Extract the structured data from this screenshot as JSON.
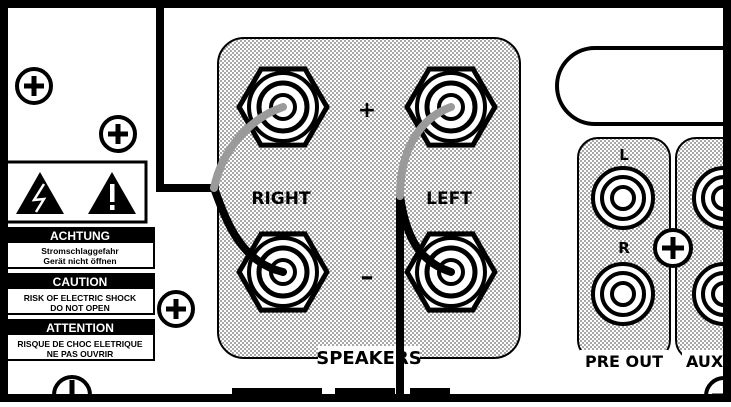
{
  "colors": {
    "ink": "#000000",
    "panel_fill": "#dcdcdc",
    "background": "#ffffff",
    "cable_grey": "#9a9a9a",
    "cable_black": "#000000"
  },
  "warning_panel": {
    "icons": [
      "high-voltage-warning-icon",
      "exclamation-warning-icon"
    ],
    "blocks": [
      {
        "title": "ACHTUNG",
        "lines": [
          "Stromschlaggefahr",
          "Gerät nicht öffnen"
        ]
      },
      {
        "title": "CAUTION",
        "lines": [
          "RISK OF ELECTRIC SHOCK",
          "DO NOT OPEN"
        ]
      },
      {
        "title": "ATTENTION",
        "lines": [
          "RISQUE DE CHOC ELETRIQUE",
          "NE PAS OUVRIR"
        ]
      }
    ]
  },
  "speakers": {
    "label": "SPEAKERS",
    "right_label": "RIGHT",
    "left_label": "LEFT",
    "plus_sign": "+",
    "minus_sign": "–"
  },
  "pre_out": {
    "label": "PRE OUT",
    "left_channel": "L",
    "right_channel": "R"
  },
  "aux": {
    "label": "AUX"
  },
  "screws": [
    "screw-icon",
    "screw-icon",
    "screw-icon",
    "screw-icon",
    "screw-icon",
    "screw-icon",
    "screw-icon"
  ]
}
